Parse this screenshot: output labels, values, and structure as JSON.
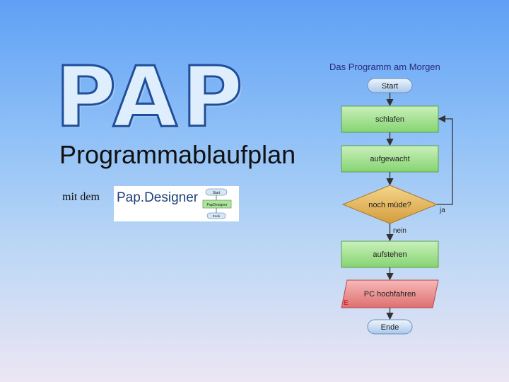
{
  "slide": {
    "title": "PAP",
    "subtitle": "Programmablaufplan",
    "with_label": "mit dem",
    "logo_text": "Pap.Designer"
  },
  "logo_mini": {
    "start": "Start",
    "box": "PapDesigner",
    "end": "Ende"
  },
  "flowchart": {
    "title": "Das Programm am Morgen",
    "start": "Start",
    "step1": "schlafen",
    "step2": "aufgewacht",
    "decision": "noch müde?",
    "yes_label": "ja",
    "no_label": "nein",
    "step3": "aufstehen",
    "io_step": "PC hochfahren",
    "io_marker": "E",
    "end": "Ende"
  },
  "colors": {
    "process_fill": "#9fe08e",
    "decision_fill": "#e2b55a",
    "io_fill": "#ea8f8f",
    "terminator_fill": "#bcd6f2"
  }
}
